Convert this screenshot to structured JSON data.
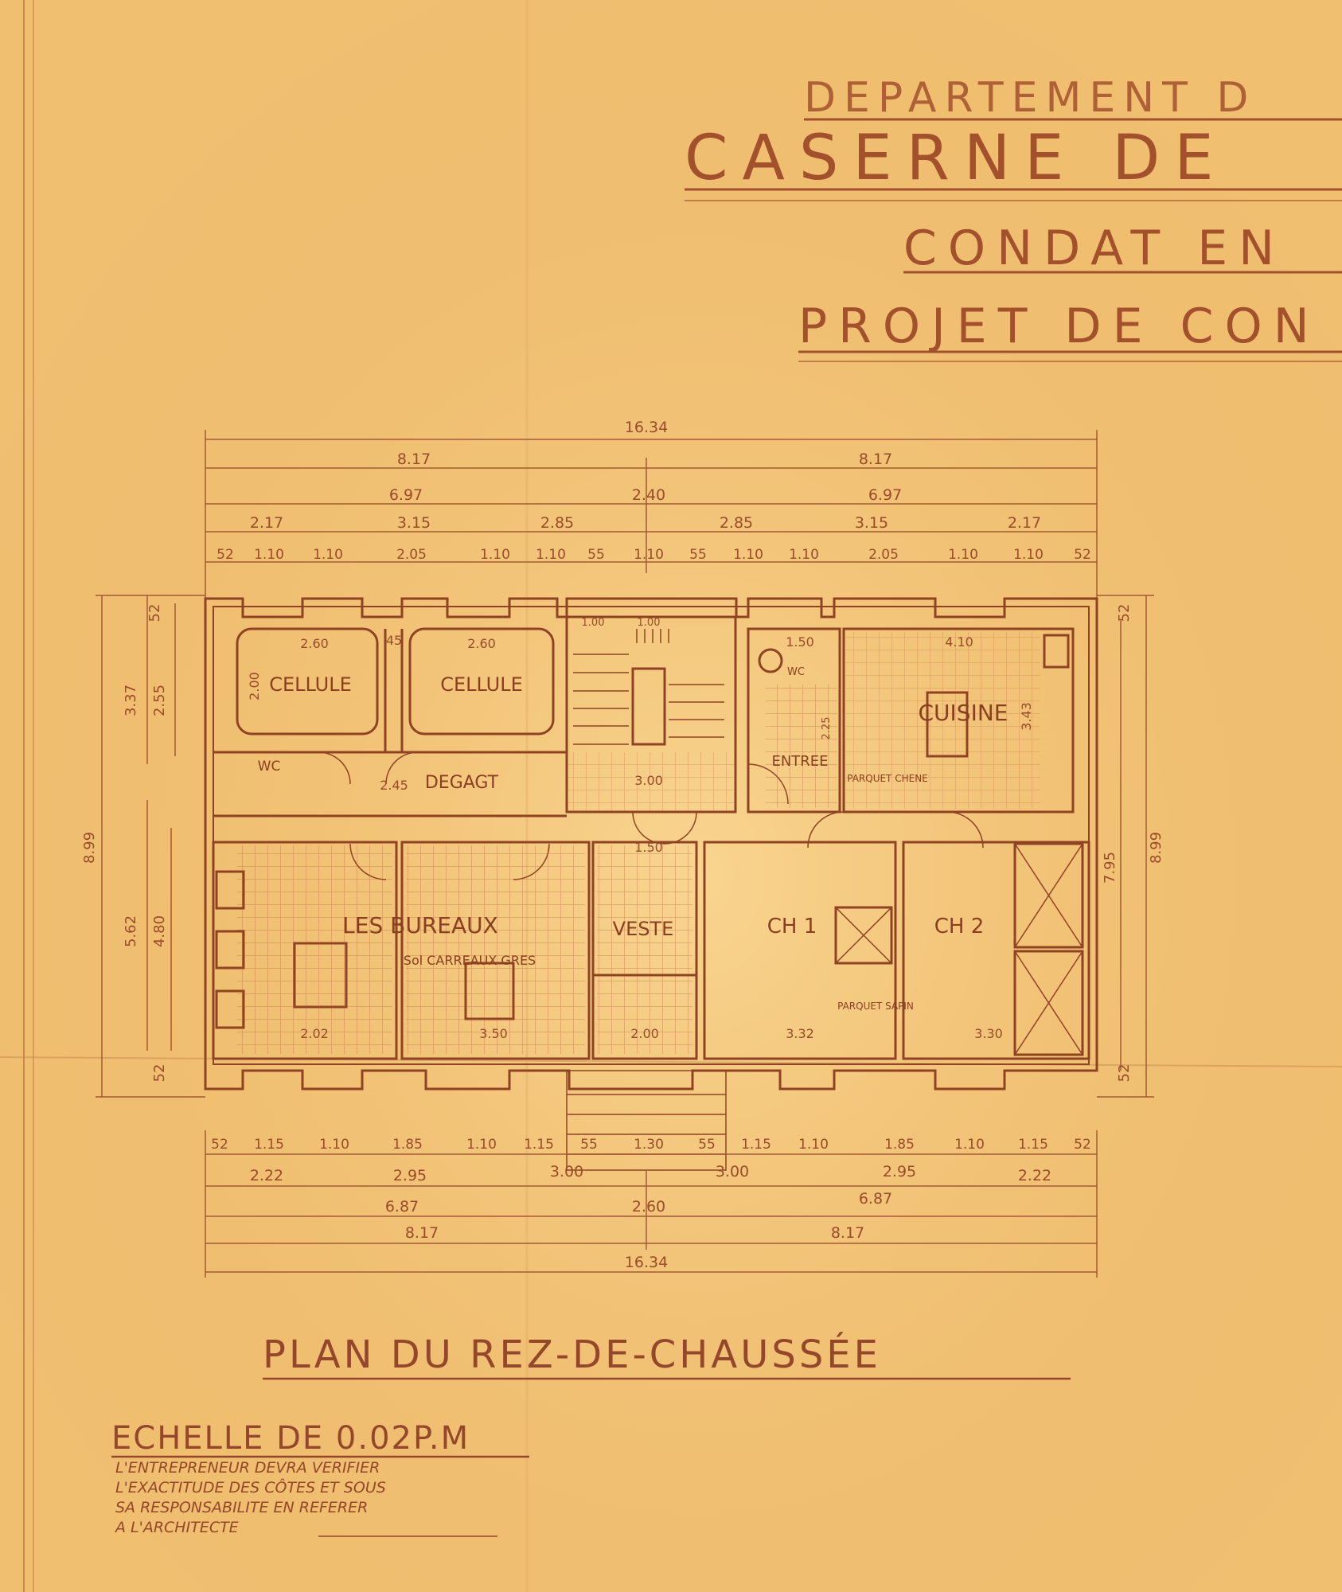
{
  "title_block": {
    "line1": "DEPARTEMENT D",
    "line2": "CASERNE DE",
    "line3": "CONDAT EN",
    "line4": "PROJET DE CON"
  },
  "plan": {
    "title": "PLAN DU REZ-DE-CHAUSSÉE",
    "scale": "ECHELLE DE 0.02P.M",
    "note": [
      "L'ENTREPRENEUR DEVRA VERIFIER",
      "L'EXACTITUDE DES CÔTES ET SOUS",
      "SA RESPONSABILITE EN REFERER",
      "A L'ARCHITECTE"
    ],
    "rooms": {
      "cellule_1": "CELLULE",
      "cellule_2": "CELLULE",
      "wc_left": "WC",
      "degag": "DEGAGT",
      "bureaux": "LES BUREAUX",
      "carreaux": "Sol CARREAUX GRES",
      "vestiaire": "VESTE",
      "entree": "ENTREE",
      "parquet_chene": "PARQUET CHENE",
      "wc_right": "WC",
      "cuisine": "CUISINE",
      "ch1": "CH 1",
      "ch2": "CH 2",
      "parquet_sapin": "PARQUET SAPIN"
    },
    "dims_top": {
      "overall": "16.34",
      "half_left": "8.17",
      "half_right": "8.17",
      "row2": [
        "6.97",
        "2.40",
        "6.97"
      ],
      "row3": [
        "2.17",
        "3.15",
        "2.85",
        "2.85",
        "3.15",
        "2.17"
      ],
      "row4": [
        "52",
        "1.10",
        "1.10",
        "2.05",
        "1.10",
        "1.10",
        "55",
        "1.10",
        "55",
        "1.10",
        "1.10",
        "2.05",
        "1.10",
        "1.10",
        "52"
      ]
    },
    "dims_bottom": {
      "row1": [
        "52",
        "1.15",
        "1.10",
        "1.85",
        "1.10",
        "1.15",
        "55",
        "1.30",
        "55",
        "1.15",
        "1.10",
        "1.85",
        "1.10",
        "1.15",
        "52"
      ],
      "row2": [
        "2.22",
        "2.95",
        "3.00",
        "3.00",
        "2.95",
        "2.22"
      ],
      "row3": [
        "6.87",
        "2.60",
        "6.87"
      ],
      "row4": [
        "8.17",
        "8.17"
      ],
      "overall": "16.34"
    },
    "dims_left": [
      "52",
      "3.37",
      "2.55",
      "8.99",
      "5.62",
      "4.80",
      "52"
    ],
    "dims_right": [
      "52",
      "7.95",
      "8.99",
      "52"
    ],
    "interior": {
      "cell1_w": "2.60",
      "cell2_w": "2.60",
      "cell1_h": "2.00",
      "gap45": "45",
      "deg_w": "2.45",
      "stair_top": "1.00",
      "stair_w": "1.00",
      "entree_w": "1.50",
      "cuisine_w": "4.10",
      "cuisine_h": "3.43",
      "hall_w": "3.00",
      "vest_w": "1.50",
      "bur1_w": "2.02",
      "bur2_w": "3.50",
      "vest2_w": "2.00",
      "ch1_w": "3.32",
      "ch2_w": "3.30",
      "entree_h": "2.25"
    }
  },
  "colors": {
    "paper": "#f1c276",
    "ink": "#9a4b2a",
    "ink_light": "#b86b3e"
  }
}
